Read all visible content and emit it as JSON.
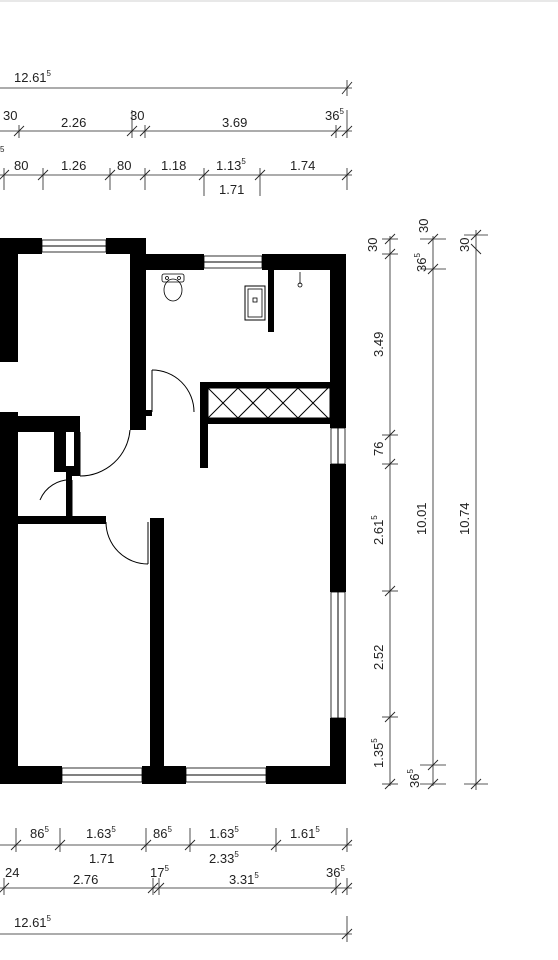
{
  "top_dimensions": {
    "overall": {
      "main": "12.61",
      "sup": "5"
    },
    "row2": [
      {
        "main": "30",
        "sup": ""
      },
      {
        "main": "2.26",
        "sup": ""
      },
      {
        "main": "30",
        "sup": ""
      },
      {
        "main": "3.69",
        "sup": ""
      },
      {
        "main": "36",
        "sup": "5"
      }
    ],
    "row2_partial": {
      "main": "",
      "sup": "5"
    },
    "row3": [
      {
        "main": "80",
        "sup": ""
      },
      {
        "main": "1.26",
        "sup": ""
      },
      {
        "main": "80",
        "sup": ""
      },
      {
        "main": "1.18",
        "sup": ""
      },
      {
        "main": "1.13",
        "sup": "5"
      },
      {
        "main": "1.74",
        "sup": ""
      }
    ],
    "row3_sub": {
      "main": "1.71",
      "sup": ""
    }
  },
  "right_dimensions": {
    "col1": [
      {
        "main": "30",
        "sup": ""
      },
      {
        "main": "3.49",
        "sup": ""
      },
      {
        "main": "76",
        "sup": ""
      },
      {
        "main": "2.61",
        "sup": "5"
      },
      {
        "main": "2.52",
        "sup": ""
      },
      {
        "main": "1.35",
        "sup": "5"
      }
    ],
    "col2": [
      {
        "main": "30",
        "sup": ""
      },
      {
        "main": "36",
        "sup": "5"
      },
      {
        "main": "10.01",
        "sup": ""
      },
      {
        "main": "36",
        "sup": "5"
      }
    ],
    "col3": [
      {
        "main": "30",
        "sup": ""
      },
      {
        "main": "10.74",
        "sup": ""
      }
    ]
  },
  "bottom_dimensions": {
    "row1": [
      {
        "main": "86",
        "sup": "5"
      },
      {
        "main": "1.63",
        "sup": "5"
      },
      {
        "main": "86",
        "sup": "5"
      },
      {
        "main": "1.63",
        "sup": "5"
      },
      {
        "main": "1.61",
        "sup": "5"
      }
    ],
    "row1_sub": [
      {
        "main": "1.71",
        "sup": ""
      },
      {
        "main": "2.33",
        "sup": "5"
      }
    ],
    "row2": [
      {
        "main": "24",
        "sup": ""
      },
      {
        "main": "2.76",
        "sup": ""
      },
      {
        "main": "17",
        "sup": "5"
      },
      {
        "main": "3.31",
        "sup": "5"
      },
      {
        "main": "36",
        "sup": "5"
      }
    ],
    "overall": {
      "main": "12.61",
      "sup": "5"
    }
  }
}
